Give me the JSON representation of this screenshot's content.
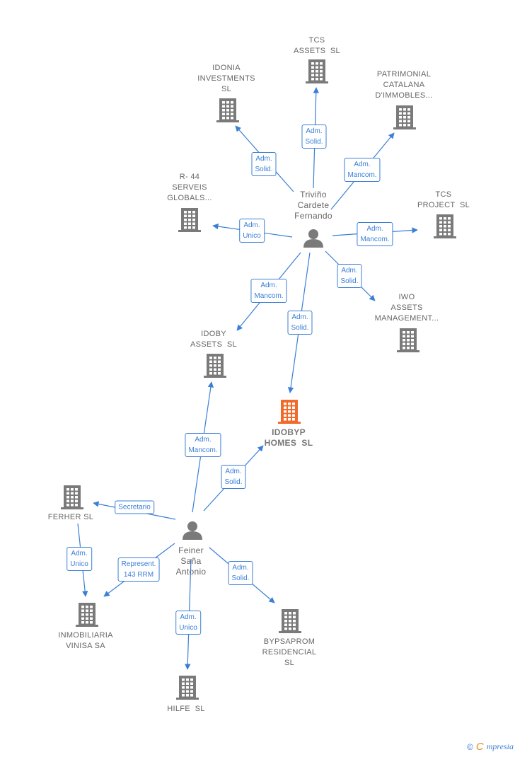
{
  "colors": {
    "edge": "#3a7fd5",
    "company": "#7a7a7a",
    "company_highlight": "#f26a2b",
    "person": "#7a7a7a"
  },
  "people": [
    {
      "id": "trivino",
      "name": "Triviño\nCardete\nFernando"
    },
    {
      "id": "feiner",
      "name": "Feiner\nSaña\nAntonio"
    }
  ],
  "companies": [
    {
      "id": "tcs_assets",
      "name": "TCS\nASSETS  SL"
    },
    {
      "id": "idonia",
      "name": "IDONIA\nINVESTMENTS\nSL"
    },
    {
      "id": "patrimonial",
      "name": "PATRIMONIAL\nCATALANA\nD'IMMOBLES..."
    },
    {
      "id": "r44",
      "name": "R- 44\nSERVEIS\nGLOBALS..."
    },
    {
      "id": "tcs_project",
      "name": "TCS\nPROJECT  SL"
    },
    {
      "id": "iwo",
      "name": "IWO\nASSETS\nMANAGEMENT..."
    },
    {
      "id": "idoby",
      "name": "IDOBY\nASSETS  SL"
    },
    {
      "id": "idobyp",
      "name": "IDOBYP\nHOMES  SL",
      "highlight": true
    },
    {
      "id": "ferher",
      "name": "FERHER SL"
    },
    {
      "id": "vinisa",
      "name": "INMOBILIARIA\nVINISA SA"
    },
    {
      "id": "bypsaprom",
      "name": "BYPSAPROM\nRESIDENCIAL\nSL"
    },
    {
      "id": "hilfe",
      "name": "HILFE  SL"
    }
  ],
  "edges": [
    {
      "id": "e1",
      "label": "Adm.\nSolid."
    },
    {
      "id": "e2",
      "label": "Adm.\nSolid."
    },
    {
      "id": "e3",
      "label": "Adm.\nMancom."
    },
    {
      "id": "e4",
      "label": "Adm.\nUnico"
    },
    {
      "id": "e5",
      "label": "Adm.\nMancom."
    },
    {
      "id": "e6",
      "label": "Adm.\nSolid."
    },
    {
      "id": "e7",
      "label": "Adm.\nMancom."
    },
    {
      "id": "e8",
      "label": "Adm.\nSolid."
    },
    {
      "id": "e9",
      "label": "Adm.\nMancom."
    },
    {
      "id": "e10",
      "label": "Adm.\nSolid."
    },
    {
      "id": "e11",
      "label": "Secretario"
    },
    {
      "id": "e12",
      "label": "Adm.\nUnico"
    },
    {
      "id": "e13",
      "label": "Represent.\n143 RRM"
    },
    {
      "id": "e14",
      "label": "Adm.\nSolid."
    },
    {
      "id": "e15",
      "label": "Adm.\nUnico"
    }
  ],
  "footer": {
    "copyright": "©",
    "brand_e": "C",
    "brand_rest": "mpresia"
  }
}
